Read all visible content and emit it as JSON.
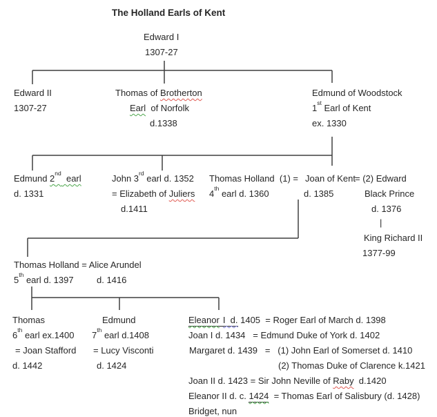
{
  "title": "The Holland Earls of Kent",
  "colors": {
    "text": "#262626",
    "connector_line": "#3f3f3f",
    "spell_squiggle_red": "#e05a52",
    "grammar_squiggle_green": "#4ba64b",
    "context_squiggle_blue": "#7b7bd6"
  },
  "gen1": {
    "name": "Edward I",
    "dates": "1307-27"
  },
  "gen2": {
    "edward2": {
      "name": "Edward II",
      "dates": "1307-27"
    },
    "brotherton": {
      "name_pre": "Thomas of ",
      "name_wavy": "Brotherton",
      "line2_wavy": "Earl",
      "line2_post": "  of Norfolk",
      "line3": "d.1338"
    },
    "woodstock": {
      "name": "Edmund of Woodstock",
      "line2_pre": "1",
      "line2_sup": "st",
      "line2_post": " Earl of Kent",
      "line3": "ex. 1330"
    }
  },
  "gen3": {
    "edmund2nd": {
      "l1_pre": "Edmund ",
      "l1_w_num": "2",
      "l1_w_sup": "nd",
      "l1_w_post": "  earl",
      "l2": "d. 1331"
    },
    "john3rd": {
      "l1_pre": "John 3",
      "l1_sup": "rd",
      "l1_post": " earl d. 1352",
      "l2_pre": "= Elizabeth of ",
      "l2_wavy": "Juliers",
      "l3": "d.1411"
    },
    "thomas4th": {
      "l1": "Thomas Holland  (1) =",
      "l2_pre": "4",
      "l2_sup": "th",
      "l2_post": " earl d. 1360"
    },
    "joan_of_kent": {
      "l1": "Joan of Kent",
      "l2": "d. 1385"
    },
    "black_prince": {
      "l1": "= (2) Edward",
      "l2": "Black Prince",
      "l3": "d. 1376",
      "pipe": "|",
      "l4": "King Richard II",
      "l5": "1377-99"
    }
  },
  "gen4": {
    "l1": "Thomas Holland = Alice Arundel",
    "l2_pre": "5",
    "l2_sup": "th",
    "l2_post": " earl d. 1397",
    "l2_b": "d. 1416"
  },
  "gen5": {
    "thomas6th": {
      "l1": "Thomas",
      "l2_pre": "6",
      "l2_sup": "th",
      "l2_post": " earl ex.1400",
      "l3": "= Joan Stafford",
      "l4": "d. 1442"
    },
    "edmund7th": {
      "l1": "Edmund",
      "l2_pre": "7",
      "l2_sup": "th",
      "l2_post": " earl d.1408",
      "l3": "= Lucy Visconti",
      "l4": "d. 1424"
    },
    "daughters": {
      "eleanor1_w1": "Eleanor",
      "eleanor1_w2": "I  d.",
      "eleanor1_rest": " 1405  = Roger Earl of March d. 1398",
      "joan1": "Joan I d. 1434   = Edmund Duke of York d. 1402",
      "margaret": "Margaret d. 1439   =   (1) John Earl of Somerset d. 1410",
      "margaret2": "(2) Thomas Duke of Clarence k.1421",
      "joan2_pre": "Joan II d. 1423 = Sir John Neville of ",
      "joan2_wavy": "Raby",
      "joan2_post": "  d.1420",
      "eleanor2_pre": "Eleanor II d. c. ",
      "eleanor2_u": "1424",
      "eleanor2_post": "  = Thomas Earl of Salisbury (d. 1428)",
      "bridget": "Bridget, nun"
    }
  }
}
